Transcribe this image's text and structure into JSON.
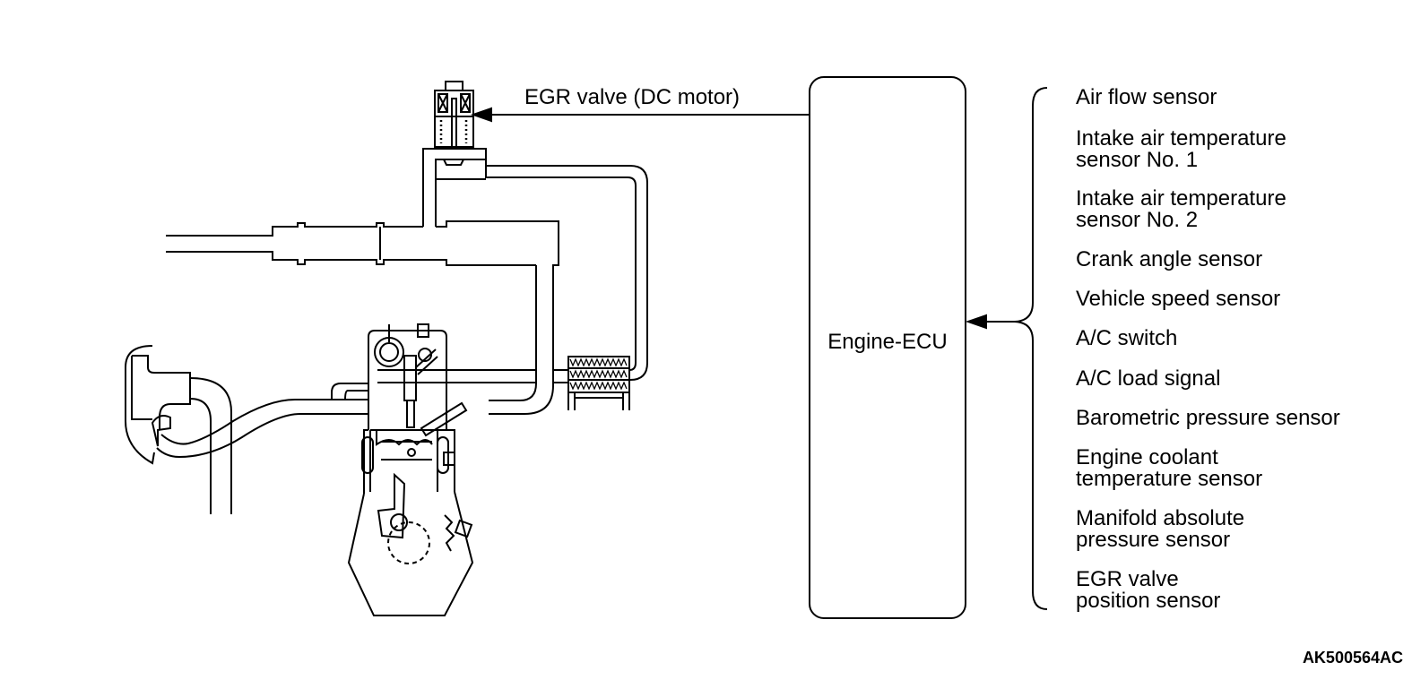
{
  "egr_label": "EGR valve (DC motor)",
  "ecu_label": "Engine-ECU",
  "inputs": [
    {
      "line1": "Air flow sensor",
      "line2": ""
    },
    {
      "line1": "Intake air temperature",
      "line2": "sensor No. 1"
    },
    {
      "line1": "Intake air temperature",
      "line2": "sensor No. 2"
    },
    {
      "line1": "Crank angle sensor",
      "line2": ""
    },
    {
      "line1": "Vehicle speed sensor",
      "line2": ""
    },
    {
      "line1": "A/C switch",
      "line2": ""
    },
    {
      "line1": "A/C load signal",
      "line2": ""
    },
    {
      "line1": "Barometric pressure sensor",
      "line2": ""
    },
    {
      "line1": "Engine coolant",
      "line2": "temperature sensor"
    },
    {
      "line1": "Manifold absolute",
      "line2": "pressure sensor"
    },
    {
      "line1": "EGR valve",
      "line2": "position sensor"
    }
  ],
  "figure_code": "AK500564AC"
}
